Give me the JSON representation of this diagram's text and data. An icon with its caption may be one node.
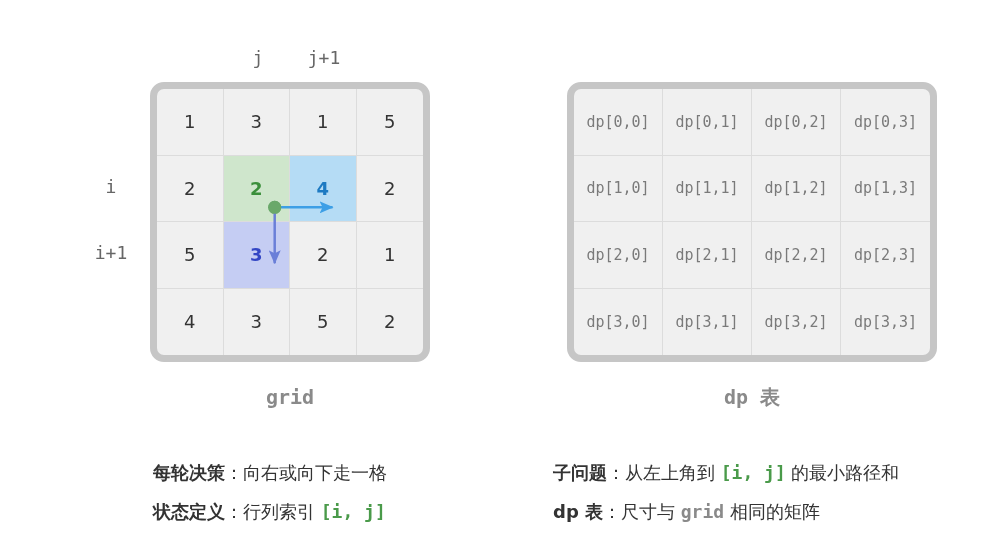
{
  "diagram": {
    "nodes": [
      {
        "text": [
          "grid"
        ]
      },
      {
        "text": [
          "1"
        ],
        "in": 0
      },
      {
        "text": [
          "3"
        ],
        "in": 0
      },
      {
        "text": [
          "1"
        ],
        "in": 0
      },
      {
        "text": [
          "5"
        ],
        "in": 0
      },
      {
        "text": [
          "2"
        ],
        "in": 0
      },
      {
        "text": [
          "2"
        ],
        "in": 0
      },
      {
        "text": [
          "4"
        ],
        "in": 0
      },
      {
        "text": [
          "2"
        ],
        "in": 0
      },
      {
        "text": [
          "5"
        ],
        "in": 0
      },
      {
        "text": [
          "3"
        ],
        "in": 0
      },
      {
        "text": [
          "2"
        ],
        "in": 0
      },
      {
        "text": [
          "1"
        ],
        "in": 0
      },
      {
        "text": [
          "4"
        ],
        "in": 0
      },
      {
        "text": [
          "3"
        ],
        "in": 0
      },
      {
        "text": [
          "5"
        ],
        "in": 0
      },
      {
        "text": [
          "2"
        ],
        "in": 0
      },
      {
        "text": [
          "dp 表"
        ]
      },
      {
        "text": [
          "dp[0,0]"
        ],
        "in": 17
      },
      {
        "text": [
          "dp[0,1]"
        ],
        "in": 17
      },
      {
        "text": [
          "dp[0,2]"
        ],
        "in": 17
      },
      {
        "text": [
          "dp[0,3]"
        ],
        "in": 17
      },
      {
        "text": [
          "dp[1,0]"
        ],
        "in": 17
      },
      {
        "text": [
          "dp[1,1]"
        ],
        "in": 17
      },
      {
        "text": [
          "dp[1,2]"
        ],
        "in": 17
      },
      {
        "text": [
          "dp[1,3]"
        ],
        "in": 17
      },
      {
        "text": [
          "dp[2,0]"
        ],
        "in": 17
      },
      {
        "text": [
          "dp[2,1]"
        ],
        "in": 17
      },
      {
        "text": [
          "dp[2,2]"
        ],
        "in": 17
      },
      {
        "text": [
          "dp[2,3]"
        ],
        "in": 17
      },
      {
        "text": [
          "dp[3,0]"
        ],
        "in": 17
      },
      {
        "text": [
          "dp[3,1]"
        ],
        "in": 17
      },
      {
        "text": [
          "dp[3,2]"
        ],
        "in": 17
      },
      {
        "text": [
          "dp[3,3]"
        ],
        "in": 17
      }
    ],
    "edges": [
      {
        "from": 6,
        "to": 7,
        "arrow": "to",
        "color": "#3d9fe6"
      },
      {
        "from": 6,
        "to": 10,
        "arrow": "to",
        "color": "#6a7fd8"
      }
    ],
    "labels": [
      "j",
      "j+1",
      "i",
      "i+1",
      "**每轮决策**：向右或向下走一格",
      "**子问题**：从左上角到 **[i, j]** 的最小路径和",
      "**状态定义**：行列索引 **[i, j]**",
      "**dp 表**：尺寸与 **grid** 相同的矩阵"
    ]
  }
}
